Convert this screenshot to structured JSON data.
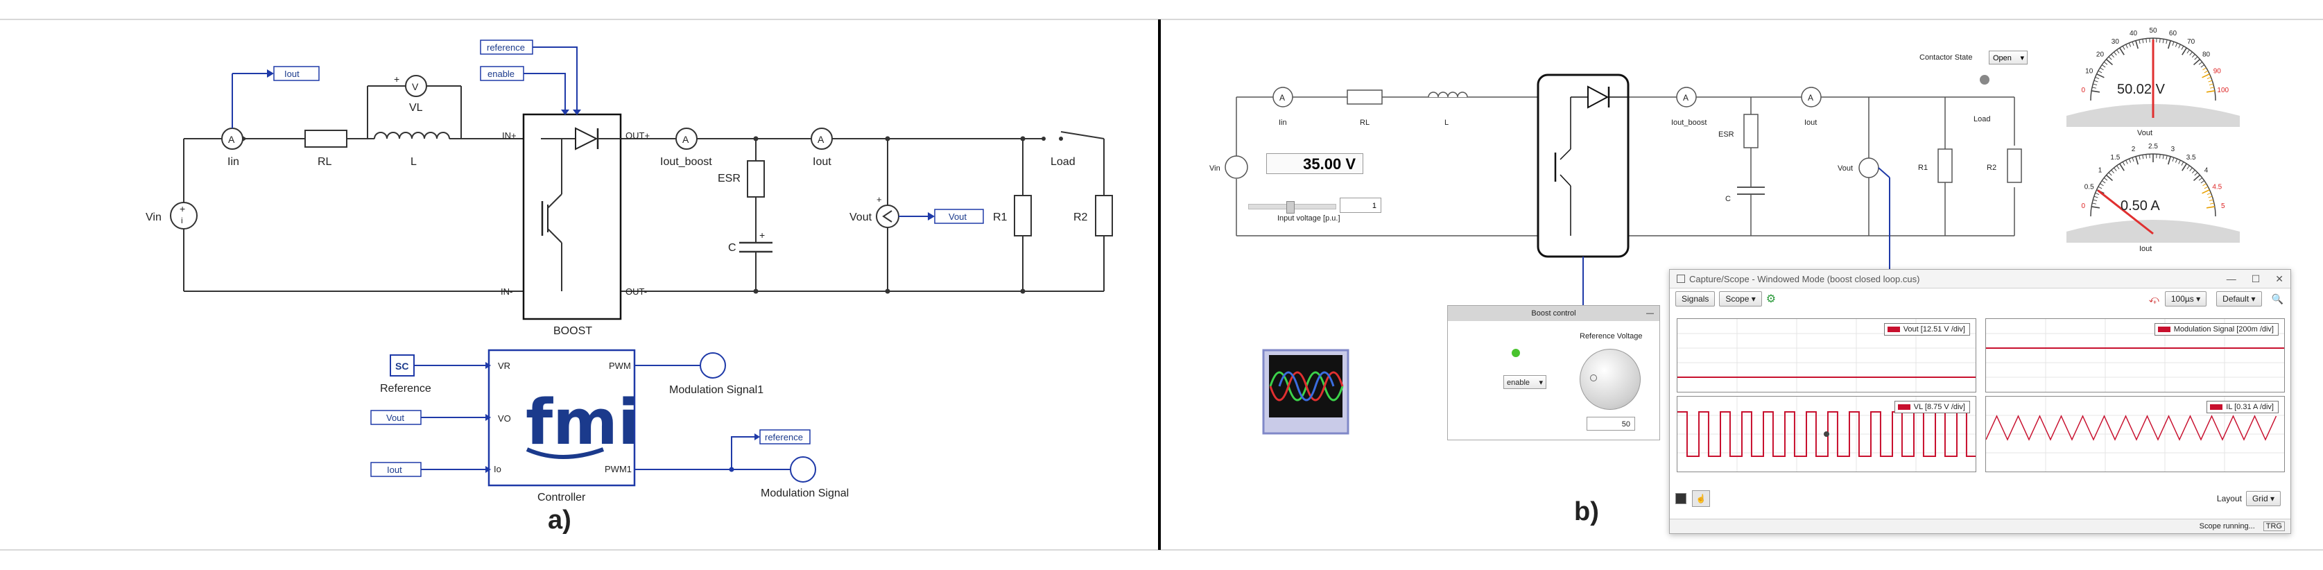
{
  "panel_a": {
    "label": "a)",
    "components": {
      "vin": "Vin",
      "iin": "Iin",
      "rl": "RL",
      "l": "L",
      "vl": "VL",
      "boost": "BOOST",
      "iout_boost": "Iout_boost",
      "esr": "ESR",
      "c": "C",
      "iout": "Iout",
      "vout": "Vout",
      "r1": "R1",
      "load": "Load",
      "r2": "R2",
      "reference": "Reference",
      "sc": "SC",
      "controller": "Controller",
      "mod_signal1": "Modulation Signal1",
      "mod_signal": "Modulation Signal",
      "fmi": "fmi"
    },
    "ports": {
      "in_plus": "IN+",
      "in_minus": "IN-",
      "out_plus": "OUT+",
      "out_minus": "OUT-",
      "vr": "VR",
      "vo": "VO",
      "io": "Io",
      "pwm": "PWM",
      "pwm1": "PWM1"
    },
    "tags": {
      "iout_top": "Iout",
      "reference_top": "reference",
      "enable_top": "enable",
      "vout_right": "Vout",
      "vout_ctrl": "Vout",
      "iout_ctrl": "Iout",
      "reference_out": "reference"
    },
    "meter_letter_a": "A",
    "meter_letter_v": "V"
  },
  "panel_b": {
    "label": "b)",
    "components": {
      "vin": "Vin",
      "iin": "Iin",
      "rl": "RL",
      "l": "L",
      "iout_boost": "Iout_boost",
      "esr": "ESR",
      "c": "C",
      "iout": "Iout",
      "vout": "Vout",
      "r1": "R1",
      "load": "Load",
      "r2": "R2"
    },
    "input_voltage": {
      "value": "35.00 V",
      "spin": "1",
      "caption": "Input voltage [p.u.]"
    },
    "contactor": {
      "label": "Contactor State",
      "value": "Open"
    },
    "gauge_v": {
      "reading": "50.02 V",
      "name": "Vout",
      "ticks": [
        "0",
        "10",
        "20",
        "30",
        "40",
        "50",
        "60",
        "70",
        "80",
        "90",
        "100"
      ],
      "value": 50.02,
      "max": 100
    },
    "gauge_i": {
      "reading": "0.50 A",
      "name": "Iout",
      "ticks": [
        "0",
        "0.5",
        "1",
        "1.5",
        "2",
        "2.5",
        "3",
        "3.5",
        "4",
        "4.5",
        "5"
      ],
      "value": 0.5,
      "max": 5
    },
    "boost_control": {
      "title": "Boost control",
      "mode": "enable",
      "ref_label": "Reference Voltage",
      "ref_value": "50"
    },
    "scope": {
      "title": "Capture/Scope - Windowed Mode (boost closed loop.cus)",
      "btn_signals": "Signals",
      "btn_scope": "Scope",
      "timebase": "100µs",
      "preset": "Default",
      "layout_label": "Layout",
      "layout_value": "Grid",
      "status": "Scope running...",
      "trg": "TRG",
      "legends": [
        "Vout [12.51 V /div]",
        "Modulation Signal [200m /div]",
        "VL [8.75 V /div]",
        "IL [0.31 A /div]"
      ]
    }
  },
  "colors": {
    "wire_blue": "#1f3aa8",
    "trace_red": "#c8102e",
    "fmi_blue": "#1b3a8c"
  }
}
